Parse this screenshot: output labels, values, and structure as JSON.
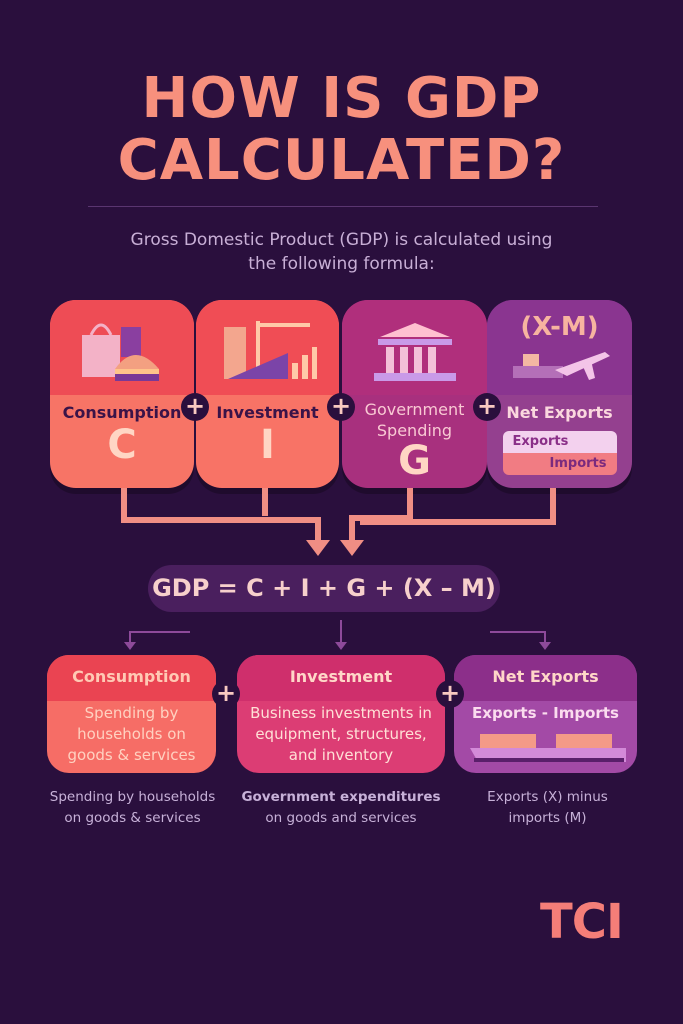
{
  "title": {
    "line1": "HOW IS GDP",
    "line2": "CALCULATED?"
  },
  "subtitle": {
    "line1": "Gross Domestic Product (GDP) is calculated using",
    "line2": "the following formula:"
  },
  "components": [
    {
      "label": "Consumption",
      "symbol": "C",
      "icon": "shopping-bag-burger-icon"
    },
    {
      "label": "Investment",
      "symbol": "I",
      "icon": "construction-crane-icon"
    },
    {
      "label": "Government Spending",
      "symbol": "G",
      "icon": "government-building-icon"
    },
    {
      "label": "Net Exports",
      "symbol": "(X-M)",
      "icon": "ship-plane-icon",
      "exports": "Exports",
      "imports": "Imports"
    }
  ],
  "plus": "+",
  "formula": "GDP = C + I + G + (X – M)",
  "details": [
    {
      "header": "Consumption",
      "body": "Spending by households on goods & services"
    },
    {
      "header": "Investment",
      "body": "Business investments in equipment, structures, and inventory"
    },
    {
      "header": "Net Exports",
      "body": "Exports - Imports",
      "icon": "cargo-ship-icon"
    }
  ],
  "captions": [
    {
      "line1": "Spending by households",
      "line2": "on goods & services"
    },
    {
      "line1": "Government expenditures",
      "line2": "on goods and services"
    },
    {
      "line1": "Exports (X) minus",
      "line2": "imports (M)"
    }
  ],
  "logo": "TCI",
  "colors": {
    "background": "#2a0f3d",
    "accent": "#f7907d",
    "consumption": "#f2675f",
    "investment": "#f05f63",
    "government": "#b0307d",
    "net_exports": "#8f3a91"
  }
}
